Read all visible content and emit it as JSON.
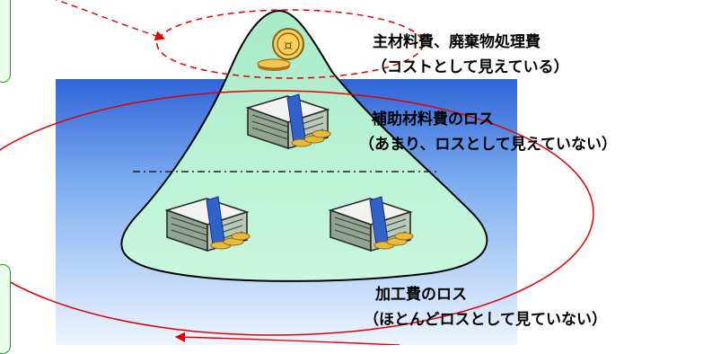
{
  "labels": {
    "main_cost": "主材料費、廃棄物処理費",
    "main_note": "（コストとして見えている）",
    "aux_cost": "補助材料費のロス",
    "aux_note": "（あまり、ロスとして見えていない）",
    "processing_cost": "加工費のロス",
    "processing_note": "（ほとんどロスとして見ていない）"
  },
  "icons": {
    "top": "coin-icon",
    "middle": "money-stack-icon",
    "bottom": [
      "money-stack-icon",
      "money-stack-icon"
    ]
  },
  "colors": {
    "mountain": "#b8f0d0",
    "sky_top": "#2f65d8",
    "sky_bottom": "#eef6ff",
    "red_line": "#e00000",
    "side_box_border": "#2f8f2f"
  }
}
